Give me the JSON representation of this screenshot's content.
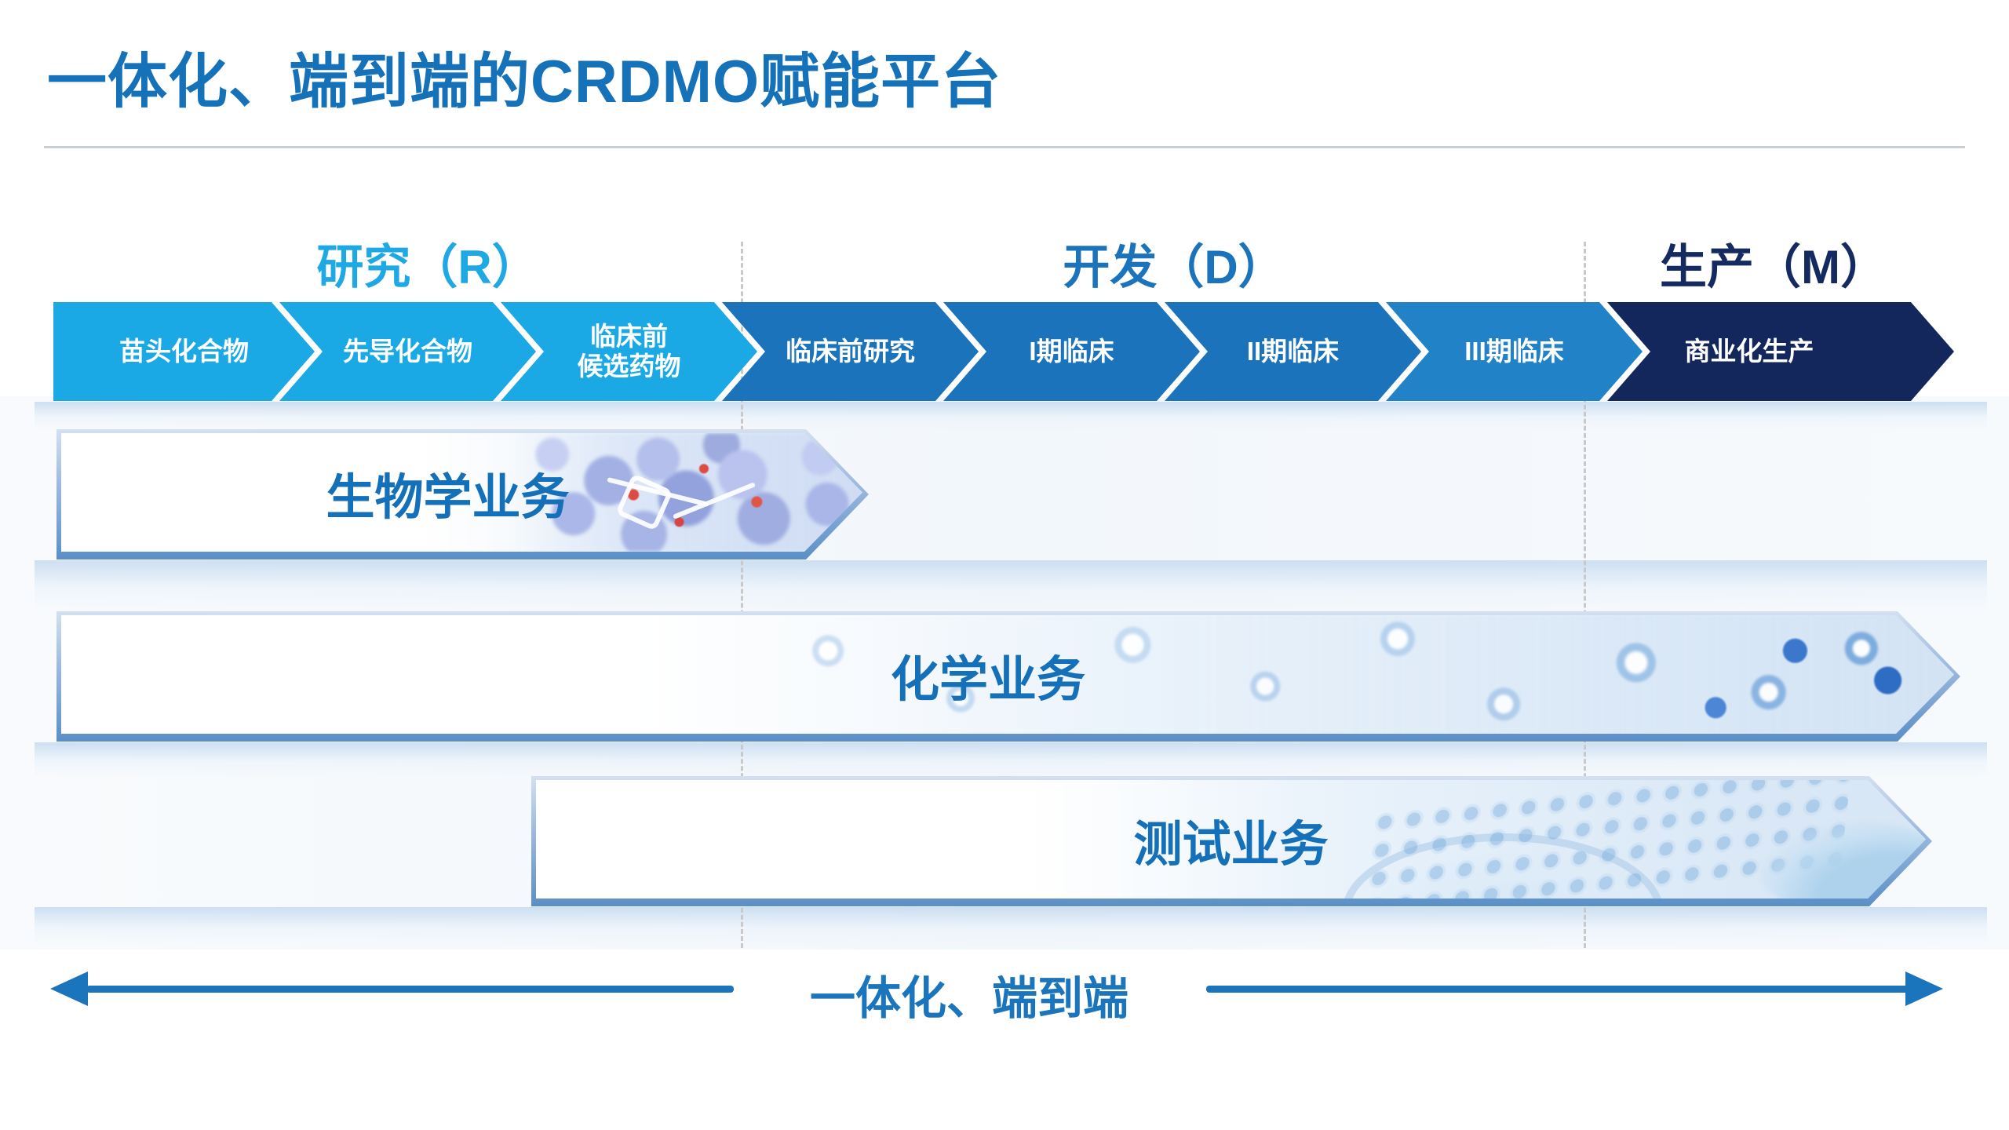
{
  "slide": {
    "title": "一体化、端到端的CRDMO赋能平台",
    "integration_label": "一体化、端到端"
  },
  "phase_headers": [
    {
      "label": "研究（R）",
      "color": "#1EA9E5"
    },
    {
      "label": "开发（D）",
      "color": "#1B74BB"
    },
    {
      "label": "生产（M）",
      "color": "#152A60"
    }
  ],
  "pipeline_stages": [
    {
      "label": "苗头化合物",
      "color": "#1BA9E5"
    },
    {
      "label": "先导化合物",
      "color": "#1BA9E5"
    },
    {
      "label": "临床前\n候选药物",
      "color": "#1BA9E5"
    },
    {
      "label": "临床前研究",
      "color": "#1B74BB"
    },
    {
      "label": "I期临床",
      "color": "#1B74BB"
    },
    {
      "label": "II期临床",
      "color": "#1B74BB"
    },
    {
      "label": "III期临床",
      "color": "#2282C8"
    },
    {
      "label": "商业化生产",
      "color": "#13275D"
    }
  ],
  "business_rows": [
    {
      "label": "生物学业务"
    },
    {
      "label": "化学业务"
    },
    {
      "label": "测试业务"
    }
  ],
  "colors": {
    "title": "#1571B8",
    "accent_blue": "#1B75BC",
    "banner_border": "#5A8FC7",
    "dashed_divider": "#C9C9C9"
  }
}
